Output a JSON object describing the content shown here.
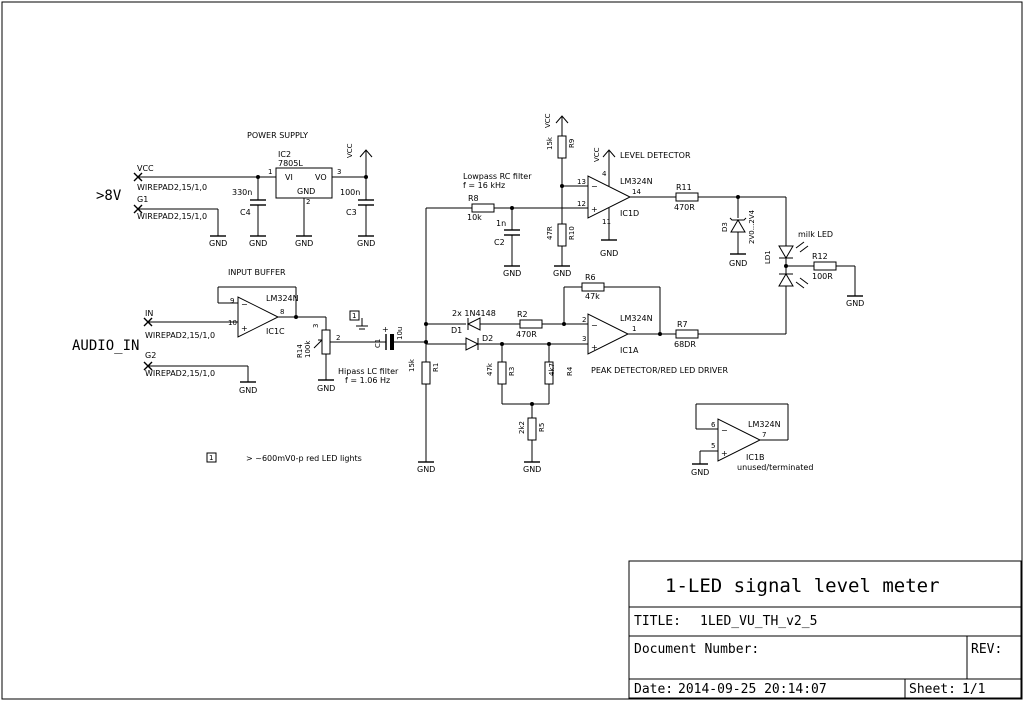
{
  "title_block": {
    "heading": "1-LED signal level meter",
    "title_label": "TITLE:",
    "title_value": "1LED_VU_TH_v2_5",
    "docnum_label": "Document Number:",
    "rev_label": "REV:",
    "date_label": "Date:",
    "date_value": "2014-09-25 20:14:07",
    "sheet_label": "Sheet:",
    "sheet_value": "1/1"
  },
  "sections": {
    "power_supply": "POWER SUPPLY",
    "input_buffer": "INPUT BUFFER",
    "level_detector": "LEVEL DETECTOR",
    "peak_detector": "PEAK DETECTOR/RED LED DRIVER",
    "lowpass": "Lowpass RC filter",
    "lowpass_f": "f = 16 kHz",
    "hipass": "Hipass LC filter",
    "hipass_f": "f = 1.06 Hz",
    "milk_led": "milk LED",
    "unused": "unused/terminated",
    "note_marker": "1",
    "note_text": "> ~600mV0-p red LED lights"
  },
  "connectors": {
    "vcc_label": "VCC",
    "g1_label": "G1",
    "in_label": "IN",
    "g2_label": "G2",
    "pad": "WIREPAD2,15/1,0",
    "supply_in": ">8V",
    "audio_in": "AUDIO_IN"
  },
  "nets": {
    "gnd": "GND",
    "vcc": "VCC"
  },
  "parts": {
    "ic2": "IC2",
    "ic2_val": "7805L",
    "ic2_vi": "VI",
    "ic2_vo": "VO",
    "ic2_gnd": "GND",
    "c4": "C4",
    "c4_val": "330n",
    "c3": "C3",
    "c3_val": "100n",
    "ic1c": "IC1C",
    "ic1a": "IC1A",
    "ic1b": "IC1B",
    "ic1d": "IC1D",
    "opamp": "LM324N",
    "r14": "R14",
    "r14_val": "100k",
    "c1": "C1",
    "c1_val": "10u",
    "r1": "R1",
    "r1_val": "15k",
    "r8": "R8",
    "r8_val": "10k",
    "c2": "C2",
    "c2_val": "1n",
    "r9": "R9",
    "r9_val": "15k",
    "r10": "R10",
    "r10_val": "47R",
    "r11": "R11",
    "r11_val": "470R",
    "d3": "D3",
    "d3_val": "2V0...2V4",
    "ld1": "LD1",
    "r12": "R12",
    "r12_val": "100R",
    "diodes": "2x 1N4148",
    "d1": "D1",
    "d2": "D2",
    "r2": "R2",
    "r2_val": "470R",
    "r6": "R6",
    "r6_val": "47k",
    "r7": "R7",
    "r7_val": "68DR",
    "r3": "R3",
    "r3_val": "47k",
    "r4": "R4",
    "r4_val": "4k7",
    "r5": "R5",
    "r5_val": "2k2"
  },
  "pins": {
    "p1": "1",
    "p2": "2",
    "p3": "3",
    "p4": "4",
    "p5": "5",
    "p6": "6",
    "p7": "7",
    "p8": "8",
    "p9": "9",
    "p10": "10",
    "p11": "11",
    "p12": "12",
    "p13": "13",
    "p14": "14"
  }
}
